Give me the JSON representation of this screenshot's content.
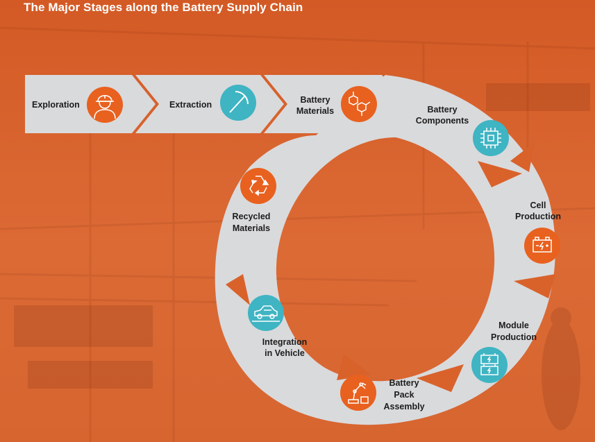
{
  "title": "The Major Stages along the Battery Supply Chain",
  "colors": {
    "background": "#d9622b",
    "arrow": "#d9dadc",
    "orange_badge": "#e8611f",
    "teal_badge": "#3fb4c3",
    "label": "#1c1c1c"
  },
  "stages": [
    {
      "label": "Exploration",
      "icon": "worker-icon"
    },
    {
      "label": "Extraction",
      "icon": "pickaxe-icon"
    },
    {
      "label": "Battery Materials",
      "icon": "molecule-icon"
    },
    {
      "label": "Battery Components",
      "icon": "chip-icon"
    },
    {
      "label": "Cell Production",
      "icon": "battery-cell-icon"
    },
    {
      "label": "Module Production",
      "icon": "battery-module-icon"
    },
    {
      "label": "Battery Pack Assembly",
      "icon": "robot-arm-icon"
    },
    {
      "label": "Integration in Vehicle",
      "icon": "car-icon"
    },
    {
      "label": "Recycled Materials",
      "icon": "recycle-icon"
    }
  ]
}
